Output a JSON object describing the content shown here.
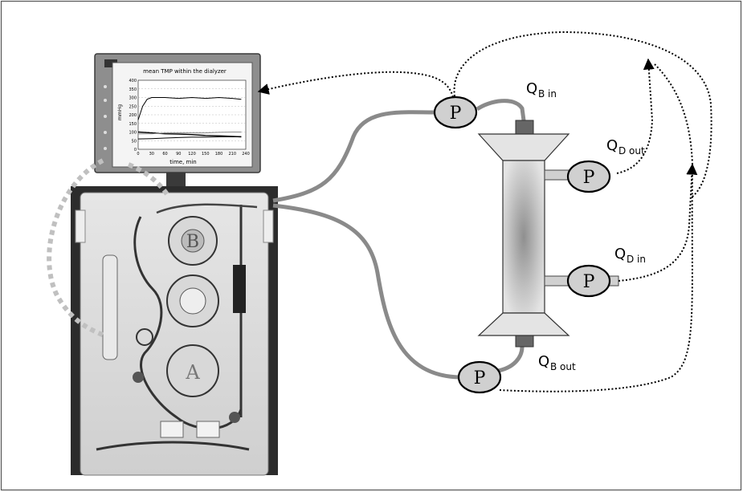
{
  "monitor": {
    "chart_title": "mean TMP within the dialyzer",
    "y_unit": "mmHg",
    "x_title": "time, min",
    "colors": {
      "bezel": "#8e8e8e",
      "screen": "#f4f4f4",
      "line": "#000000"
    }
  },
  "chart_data": {
    "type": "line",
    "title": "mean TMP within the dialyzer",
    "xlabel": "time, min",
    "ylabel": "mmHg",
    "xlim": [
      0,
      240
    ],
    "ylim": [
      0,
      400
    ],
    "x_ticks": [
      "0",
      "30",
      "60",
      "90",
      "120",
      "150",
      "180",
      "210",
      "240"
    ],
    "y_ticks": [
      "0",
      "50",
      "100",
      "150",
      "200",
      "250",
      "300",
      "350",
      "400"
    ],
    "grid": true,
    "series": [
      {
        "x": [
          0,
          10,
          20,
          30,
          60,
          90,
          120,
          150,
          180,
          210,
          230
        ],
        "values": [
          170,
          250,
          290,
          300,
          300,
          295,
          300,
          295,
          300,
          295,
          290
        ]
      },
      {
        "x": [
          0,
          30,
          60,
          90,
          120,
          150,
          180,
          210,
          230
        ],
        "values": [
          100,
          95,
          90,
          88,
          85,
          80,
          78,
          75,
          72
        ]
      },
      {
        "x": [
          0,
          30,
          60,
          90,
          120,
          150,
          180,
          210,
          230
        ],
        "values": [
          90,
          90,
          95,
          95,
          95,
          95,
          98,
          100,
          100
        ]
      },
      {
        "x": [
          0,
          30,
          60,
          90,
          120,
          150,
          180,
          210,
          230
        ],
        "values": [
          60,
          62,
          65,
          68,
          70,
          70,
          72,
          72,
          74
        ]
      }
    ]
  },
  "pumps": {
    "label": "P"
  },
  "flow_labels": {
    "qb_in": {
      "main": "Q",
      "sub": "B in"
    },
    "qd_out": {
      "main": "Q",
      "sub": "D out"
    },
    "qd_in": {
      "main": "Q",
      "sub": "D in"
    },
    "qb_out": {
      "main": "Q",
      "sub": "B out"
    }
  },
  "machine": {
    "chamber_labels": [
      "B",
      "A"
    ]
  },
  "colors": {
    "tube": "#8a8a8a",
    "signal": "#000000",
    "link_dashed": "#c0c0c0",
    "pump_fill": "#d0d0d0"
  }
}
